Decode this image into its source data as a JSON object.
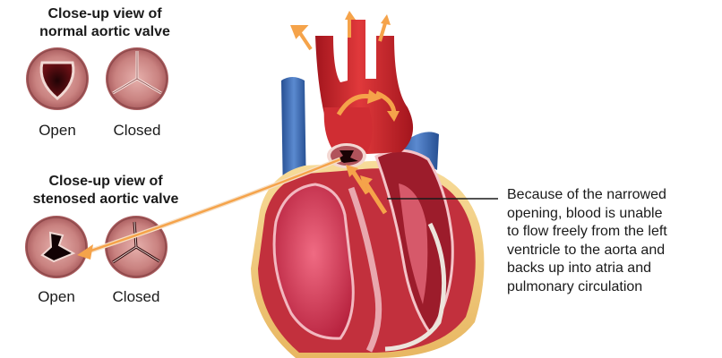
{
  "normal_section": {
    "title_line1": "Close-up view of",
    "title_line2": "normal aortic valve",
    "open_label": "Open",
    "closed_label": "Closed"
  },
  "stenosed_section": {
    "title_line1": "Close-up view of",
    "title_line2": "stenosed aortic valve",
    "open_label": "Open",
    "closed_label": "Closed"
  },
  "callout": {
    "lines": [
      "Because of the narrowed",
      "opening, blood is unable",
      "to flow freely from the left",
      "ventricle to the aorta and",
      "backs up into atria and",
      "pulmonary circulation"
    ]
  },
  "colors": {
    "aorta_red": "#d42a2e",
    "vein_blue": "#3f6fb8",
    "muscle": "#c0303a",
    "valve_tissue": "#c98a8a",
    "arrow_orange": "#f5a34a"
  }
}
